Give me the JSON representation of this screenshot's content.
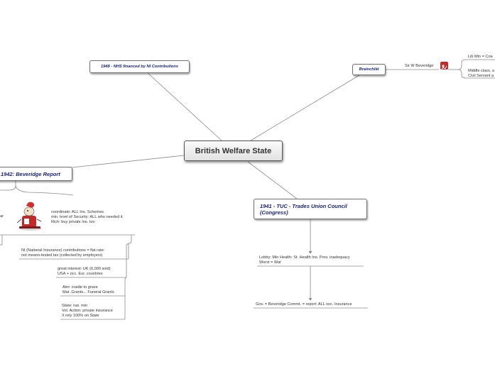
{
  "central": "British Welfare State",
  "topics": {
    "nhs": "1948 - NHS financed by NI Contributions",
    "brainchild": "Brainchild",
    "beveridge": "1942: Beveridge Report",
    "tuc": [
      "1941 - TUC - Trades Union Council",
      "(Congress)"
    ]
  },
  "brainchild_branch": {
    "person": "Sir W Beveridge",
    "details": [
      [
        "Lib Min = Coa"
      ],
      [
        "Middle class, a",
        "Civil Servant a"
      ]
    ]
  },
  "beveridge_branch": {
    "edge_fragment": "ar",
    "coordinate": [
      "coordinate: ALL Ins. Schemes",
      "min. level of Security: ALL who needed it",
      "Rich: buy private Ins. too"
    ],
    "items": [
      [
        "NI (National Insurance) contributions = flat rate:",
        "not means-tested tax (collected by employers)"
      ],
      [
        "great interest: UK (6,000 sold)",
        "USA + occ. Eur. countries"
      ],
      [
        "Aim: cradle to grave",
        "Mat. Grants... Funeral Grants"
      ],
      [
        "State: nat. min",
        "Vol. Action: private insurance",
        "X rely 100% on State"
      ]
    ]
  },
  "tuc_branch": {
    "lobby": [
      "Lobby: Min Health: St. Health Ins. Prov. inadequacy",
      "Worst = War"
    ],
    "report": "Gov. = Beveridge Commt. = report: ALL soc. Insurance"
  },
  "colors": {
    "topic_text": "#1a237e",
    "line": "#8a8a8a",
    "icon_red": "#c62828"
  },
  "icons": [
    "person-icon",
    "cartoon-figure-icon"
  ]
}
